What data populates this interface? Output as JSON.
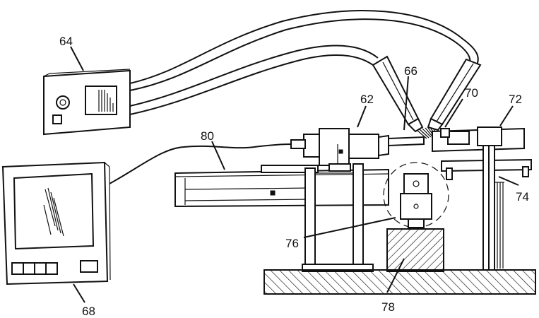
{
  "labels": {
    "l64": "64",
    "l62": "62",
    "l66": "66",
    "l70": "70",
    "l72": "72",
    "l80": "80",
    "l74": "74",
    "l76": "76",
    "l68": "68",
    "l78": "78"
  },
  "colors": {
    "ink": "#111111",
    "paper": "#ffffff"
  }
}
